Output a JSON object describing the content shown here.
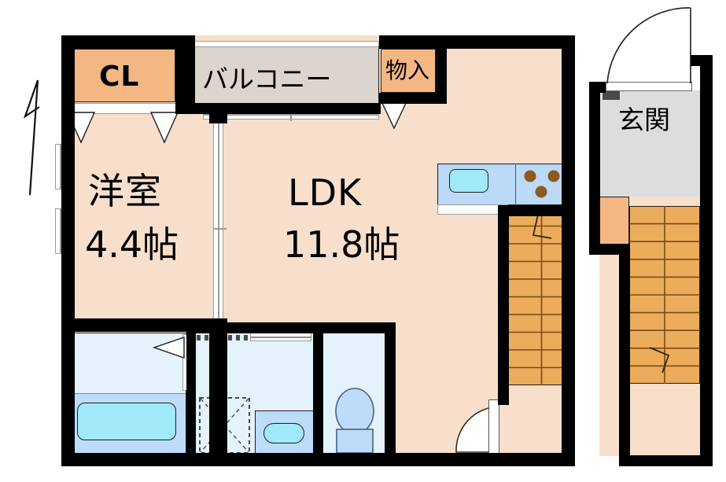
{
  "plan": {
    "type": "residential-floor-plan",
    "layout_code": "1LDK",
    "rooms": [
      {
        "id": "western-room",
        "label_main": "洋室",
        "label_size": "4.4帖",
        "size_jo": 4.4,
        "floor_color": "#F7DFCB"
      },
      {
        "id": "ldk",
        "label_main": "LDK",
        "label_size": "11.8帖",
        "size_jo": 11.8,
        "floor_color": "#F7DFCB"
      },
      {
        "id": "closet",
        "label_main": "CL",
        "label_size": "",
        "size_jo": null,
        "floor_color": "#F4B683"
      },
      {
        "id": "balcony",
        "label_main": "バルコニー",
        "label_size": "",
        "size_jo": null,
        "floor_color": "#DCD5CD"
      },
      {
        "id": "storage",
        "label_main": "物入",
        "label_size": "",
        "size_jo": null,
        "floor_color": "#F4B683"
      },
      {
        "id": "entrance",
        "label_main": "玄関",
        "label_size": "",
        "size_jo": null,
        "floor_color": "#DCDDDF"
      }
    ],
    "fixtures": [
      {
        "id": "bathtub",
        "name": "bathtub"
      },
      {
        "id": "washing-machine-space",
        "name": "washing-machine-space"
      },
      {
        "id": "vanity-sink",
        "name": "vanity-sink"
      },
      {
        "id": "toilet",
        "name": "toilet"
      },
      {
        "id": "kitchen-sink",
        "name": "kitchen-sink"
      },
      {
        "id": "gas-stove",
        "name": "three-burner-stove"
      },
      {
        "id": "stairs-interior",
        "name": "stairs-up"
      },
      {
        "id": "stairs-exterior",
        "name": "stairs-down"
      },
      {
        "id": "shoe-closet",
        "name": "shoe-closet"
      },
      {
        "id": "meter-box",
        "name": "meter-box"
      }
    ],
    "compass": {
      "name": "north-arrow",
      "direction": "north"
    },
    "colors": {
      "floor": "#F7DFCB",
      "closet": "#F4B683",
      "balcony": "#DCD5CD",
      "entrance": "#DCDDDF",
      "wet_area": "#E4F2FB",
      "wet_deep": "#BCDCFA",
      "tub_water": "#9FE9F8",
      "kitchen_counter": "#BCD9F7",
      "stairs": "#EBAC5C",
      "wall": "#000000",
      "burner": "#8B5A1E"
    }
  },
  "labels": {
    "closet": "CL",
    "balcony": "バルコニー",
    "storage": "物入",
    "western_room_name": "洋室",
    "western_room_size": "4.4帖",
    "ldk_name": "LDK",
    "ldk_size": "11.8帖",
    "entrance": "玄関"
  }
}
